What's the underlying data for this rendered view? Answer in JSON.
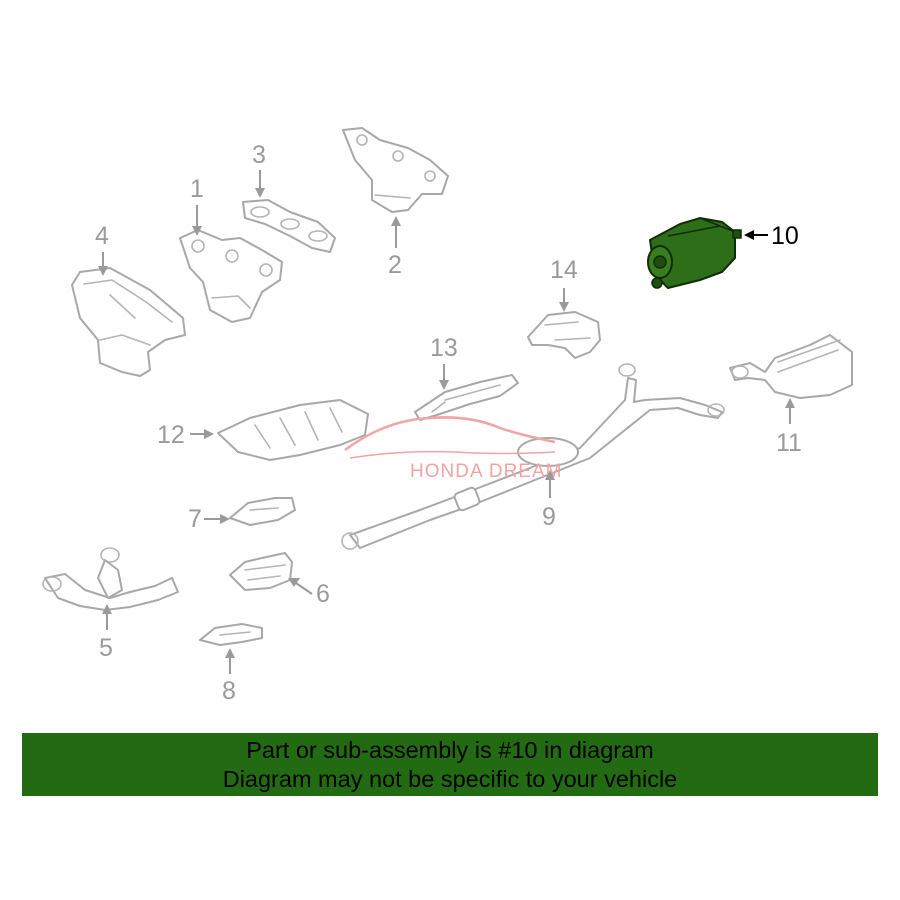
{
  "callouts": {
    "c1": "1",
    "c2": "2",
    "c3": "3",
    "c4": "4",
    "c5": "5",
    "c6": "6",
    "c7": "7",
    "c8": "8",
    "c9": "9",
    "c10": "10",
    "c11": "11",
    "c12": "12",
    "c13": "13",
    "c14": "14"
  },
  "highlighted_part": "10",
  "watermark": "HONDA DREAM",
  "banner": {
    "line1": "Part or sub-assembly is #10 in diagram",
    "line2": "Diagram may not be specific to your vehicle",
    "background": "#236b12"
  },
  "colors": {
    "highlight_fill": "#2e6e18",
    "part_outline": "#a8a8a8",
    "watermark": "#f2a3a3"
  }
}
